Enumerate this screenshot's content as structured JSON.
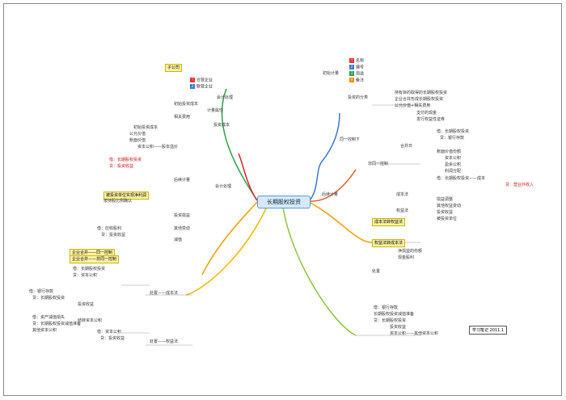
{
  "center": "长期股权投资",
  "right": {
    "main1": "初始计量",
    "main2": "后续计量",
    "a": "投资的分类",
    "b": "同一控制下",
    "c": "非同一控制",
    "d": "成本法",
    "e": "权益法",
    "legend": [
      "名称",
      "编号",
      "用途",
      "备注"
    ],
    "notes": [
      "持有目的取得的长期股权投资",
      "企业合并形成长期股权投资",
      "公允价值+相关费用",
      "支付的现金",
      "发行权益性证券",
      "借：长期股权投资",
      "贷：银行存款",
      "合并日",
      "账面价值份额",
      "资本公积",
      "盈余公积",
      "利润分配",
      "借：长期股权投资——成本",
      "贷：营业外收入",
      "损益调整",
      "其他权益变动",
      "投资收益",
      "被投资单位",
      "净损益的份额",
      "现金股利"
    ],
    "orange1": "成本法转权益法",
    "orange2": "权益法转成本法",
    "orange3": "处置",
    "bottom": [
      "借：银行存款",
      "长期股权投资减值准备",
      "贷：长期股权投资",
      "投资收益",
      "资本公积——其他资本公积"
    ]
  },
  "left": {
    "top1": "合营企业",
    "top2": "联营企业",
    "top3": "子公司",
    "yellow1": "企业合并——同一控制",
    "yellow2": "企业合并——非同一控制",
    "m1": "会计处理",
    "m2": "初始投资成本",
    "m3": "计量属性",
    "m4": "相关费用",
    "m5": "投资成本",
    "m6": "后续计量",
    "m7": "会计处理",
    "m8": "投资损益",
    "m9": "其他变动",
    "m10": "减值",
    "red1": "借：长期股权投资",
    "red2": "贷：投资收益",
    "notes": [
      "初始投资成本",
      "公允价值",
      "账面价值",
      "资本公积——股本溢价",
      "借：应收股利",
      "贷：投资收益",
      "借：长期股权投资",
      "贷：资本公积",
      "借：资产减值损失",
      "贷：长期股权投资减值准备"
    ],
    "yellow3": "被投资单位实现净利润",
    "yellow4": "按持股比例确认",
    "bottom_title": "处置——成本法",
    "bottom_title2": "处置——权益法",
    "b1": "借：银行存款",
    "b2": "贷：长期股权投资",
    "b3": "投资收益",
    "b4": "结转资本公积",
    "b5": "其他资本公积",
    "b6": "借：资本公积",
    "b7": "贷：投资收益"
  },
  "signature": "学习笔记 2011.1"
}
